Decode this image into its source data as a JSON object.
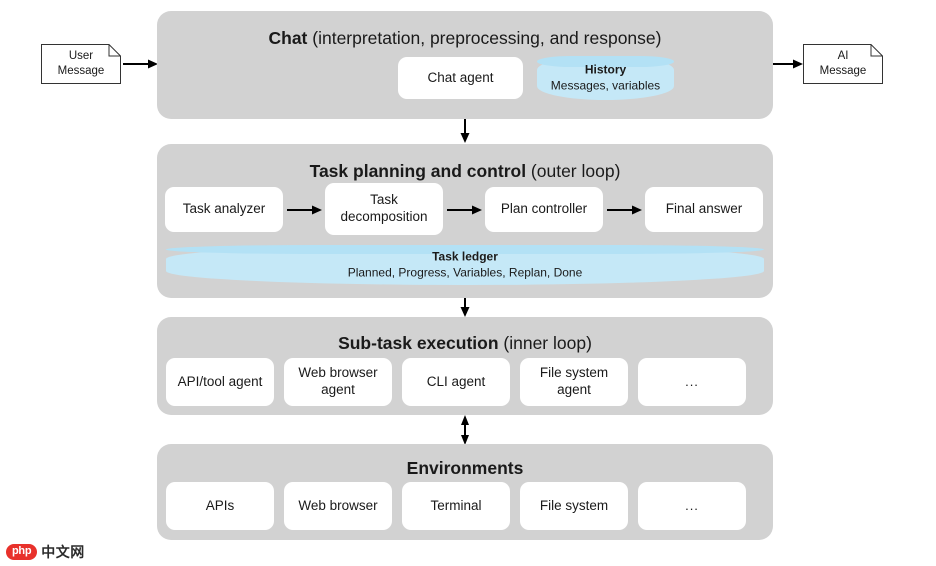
{
  "diagram": {
    "title": "Agent architecture diagram",
    "colors": {
      "panel_gray": "#d2d2d2",
      "box_white": "#ffffff",
      "cylinder_blue": "#c5e8f7",
      "cylinder_blue_top": "#b3e1f5",
      "text": "#1a1a1a",
      "arrow": "#000000",
      "watermark_red": "#e8312b"
    }
  },
  "io": {
    "user_message": {
      "line1": "User",
      "line2": "Message",
      "shape": "document-folded-corner"
    },
    "ai_message": {
      "line1": "AI",
      "line2": "Message",
      "shape": "document-folded-corner"
    }
  },
  "sections": [
    {
      "id": "chat",
      "title_bold": "Chat",
      "title_light": " (interpretation, preprocessing, and response)",
      "boxes": [
        {
          "id": "chat-agent",
          "label": "Chat agent",
          "shape": "rounded-rect"
        }
      ],
      "cylinders": [
        {
          "id": "history",
          "title": "History",
          "subtitle": "Messages, variables",
          "shape": "cylinder"
        }
      ]
    },
    {
      "id": "task-planning",
      "title_bold": "Task planning and control",
      "title_light": " (outer loop)",
      "boxes": [
        {
          "id": "task-analyzer",
          "label": "Task analyzer",
          "shape": "rounded-rect"
        },
        {
          "id": "task-decomposition",
          "label": "Task decomposition",
          "shape": "rounded-rect"
        },
        {
          "id": "plan-controller",
          "label": "Plan controller",
          "shape": "rounded-rect"
        },
        {
          "id": "final-answer",
          "label": "Final answer",
          "shape": "rounded-rect"
        }
      ],
      "cylinders": [
        {
          "id": "task-ledger",
          "title": "Task ledger",
          "subtitle": "Planned, Progress, Variables, Replan, Done",
          "shape": "cylinder"
        }
      ]
    },
    {
      "id": "sub-task-execution",
      "title_bold": "Sub-task execution",
      "title_light": " (inner loop)",
      "boxes": [
        {
          "id": "api-tool-agent",
          "label": "API/tool agent",
          "shape": "rounded-rect"
        },
        {
          "id": "web-browser-agent",
          "label": "Web browser agent",
          "shape": "rounded-rect"
        },
        {
          "id": "cli-agent",
          "label": "CLI agent",
          "shape": "rounded-rect"
        },
        {
          "id": "file-system-agent",
          "label": "File system agent",
          "shape": "rounded-rect"
        },
        {
          "id": "more-agents",
          "label": "...",
          "shape": "rounded-rect"
        }
      ],
      "cylinders": []
    },
    {
      "id": "environments",
      "title_bold": "Environments",
      "title_light": "",
      "boxes": [
        {
          "id": "apis",
          "label": "APIs",
          "shape": "rounded-rect"
        },
        {
          "id": "web-browser",
          "label": "Web browser",
          "shape": "rounded-rect"
        },
        {
          "id": "terminal",
          "label": "Terminal",
          "shape": "rounded-rect"
        },
        {
          "id": "file-system",
          "label": "File system",
          "shape": "rounded-rect"
        },
        {
          "id": "more-environments",
          "label": "...",
          "shape": "rounded-rect"
        }
      ],
      "cylinders": []
    }
  ],
  "arrows": [
    {
      "id": "user-to-chat",
      "direction": "right",
      "from": "user_message",
      "to": "chat"
    },
    {
      "id": "chat-to-ai",
      "direction": "right",
      "from": "chat",
      "to": "ai_message"
    },
    {
      "id": "chat-to-task-planning",
      "direction": "down",
      "from": "chat",
      "to": "task-planning"
    },
    {
      "id": "task-planning-to-sub-task",
      "direction": "down",
      "from": "task-planning",
      "to": "sub-task-execution"
    },
    {
      "id": "sub-task-to-environments",
      "direction": "both",
      "from": "sub-task-execution",
      "to": "environments"
    },
    {
      "id": "analyzer-to-decomposition",
      "direction": "right",
      "from": "task-analyzer",
      "to": "task-decomposition"
    },
    {
      "id": "decomposition-to-controller",
      "direction": "right",
      "from": "task-decomposition",
      "to": "plan-controller"
    },
    {
      "id": "controller-to-final",
      "direction": "right",
      "from": "plan-controller",
      "to": "final-answer"
    }
  ],
  "watermark": {
    "badge": "php",
    "text": "中文网"
  }
}
